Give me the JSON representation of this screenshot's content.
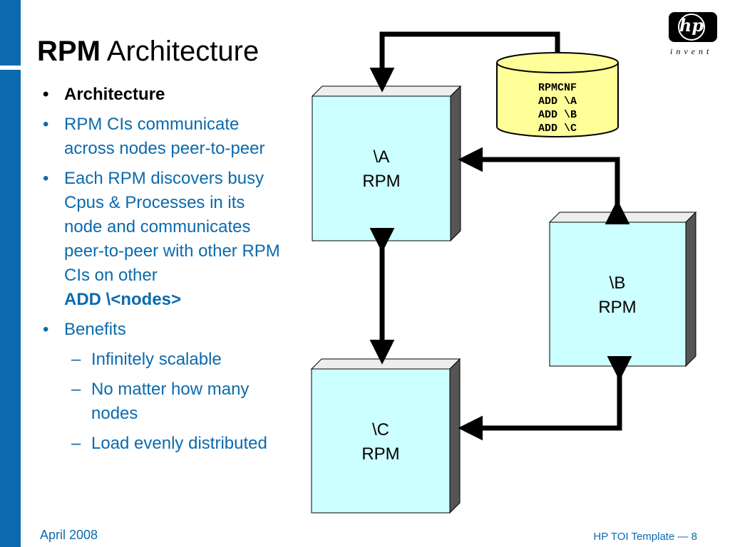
{
  "slide": {
    "title_bold": "RPM",
    "title_rest": "Architecture",
    "bullets": [
      {
        "text": "Architecture"
      },
      {
        "text": "RPM CIs communicate across nodes peer-to-peer"
      },
      {
        "lines": [
          "Each RPM discovers busy Cpus & Processes in its node and communicates",
          "peer-to-peer with other RPM CIs on other"
        ],
        "bold_tail": "ADD \\<nodes>"
      },
      {
        "text": "Benefits"
      }
    ],
    "sub_bullets": [
      "Infinitely scalable",
      "No matter how many nodes",
      "Load evenly distributed"
    ],
    "footer_left": "April 2008",
    "footer_right": "HP TOI Template —   8"
  },
  "logo": {
    "mark": "hp",
    "tagline": "invent"
  },
  "diagram": {
    "database": {
      "lines": [
        "RPMCNF",
        "ADD \\A",
        "ADD \\B",
        "ADD \\C"
      ]
    },
    "nodes": {
      "a": {
        "line1": "\\A",
        "line2": "RPM"
      },
      "b": {
        "line1": "\\B",
        "line2": "RPM"
      },
      "c": {
        "line1": "\\C",
        "line2": "RPM"
      }
    }
  },
  "colors": {
    "accent_blue": "#0b6aad",
    "node_fill": "#ccffff",
    "db_fill": "#ffff99"
  }
}
